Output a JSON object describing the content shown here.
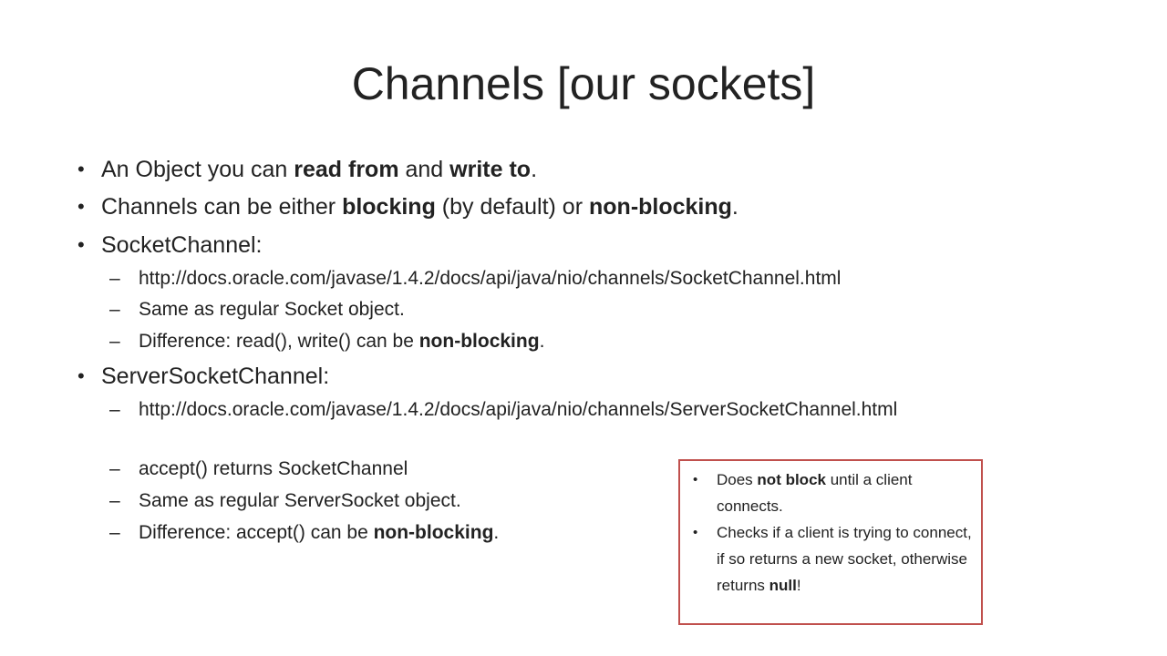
{
  "slide": {
    "title": "Channels [our sockets]",
    "bullet_glyph": "•",
    "dash_glyph": "–",
    "items": [
      {
        "pre": "An Object you can ",
        "b1": "read from",
        "mid": " and ",
        "b2": "write to",
        "post": "."
      },
      {
        "pre": "Channels can be either ",
        "b1": "blocking",
        "mid": " (by default) or ",
        "b2": "non-blocking",
        "post": "."
      },
      {
        "text": "SocketChannel:"
      },
      {
        "text": "ServerSocketChannel:"
      }
    ],
    "socket_sub": [
      {
        "text": "http://docs.oracle.com/javase/1.4.2/docs/api/java/nio/channels/SocketChannel.html"
      },
      {
        "text": "Same as regular Socket object."
      },
      {
        "pre": "Difference: read(), write() can be ",
        "b": "non-blocking",
        "post": "."
      }
    ],
    "server_sub": [
      {
        "text": "http://docs.oracle.com/javase/1.4.2/docs/api/java/nio/channels/ServerSocketChannel.html"
      },
      {
        "text": "accept() returns SocketChannel"
      },
      {
        "text": "Same as regular ServerSocket object."
      },
      {
        "pre": "Difference: accept() can be ",
        "b": "non-blocking",
        "post": "."
      }
    ]
  },
  "callout": {
    "border_color": "#c0504d",
    "items": [
      {
        "pre": "Does ",
        "b": "not block",
        "post": " until a client connects."
      },
      {
        "pre": "Checks if a client is trying to connect, if so returns a new socket, otherwise returns ",
        "b": "null",
        "post": "!"
      }
    ]
  }
}
